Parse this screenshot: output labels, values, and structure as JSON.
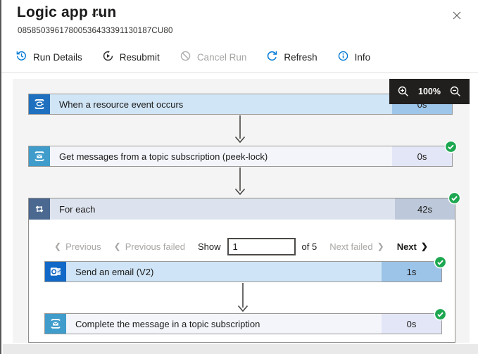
{
  "header": {
    "title": "Logic app run",
    "more_glyph": "···",
    "run_id": "08585039617800536433391130187CU80"
  },
  "toolbar": {
    "items": [
      {
        "label": "Run Details",
        "icon": "history-icon",
        "disabled": false
      },
      {
        "label": "Resubmit",
        "icon": "resubmit-icon",
        "disabled": false
      },
      {
        "label": "Cancel Run",
        "icon": "cancel-icon",
        "disabled": true
      },
      {
        "label": "Refresh",
        "icon": "refresh-icon",
        "disabled": false
      },
      {
        "label": "Info",
        "icon": "info-icon",
        "disabled": false
      }
    ]
  },
  "zoom_control": {
    "level": "100%"
  },
  "workflow": {
    "cards": {
      "trigger": {
        "title": "When a resource event occurs",
        "duration": "0s",
        "status": "succeeded",
        "icon": "event-grid-icon"
      },
      "get_messages": {
        "title": "Get messages from a topic subscription (peek-lock)",
        "duration": "0s",
        "status": "succeeded",
        "icon": "service-bus-icon"
      },
      "for_each": {
        "title": "For each",
        "duration": "42s",
        "status": "succeeded",
        "icon": "for-each-loop-icon"
      },
      "send_email": {
        "title": "Send an email (V2)",
        "duration": "1s",
        "status": "succeeded",
        "icon": "outlook-icon"
      },
      "complete_message": {
        "title": "Complete the message in a topic subscription",
        "duration": "0s",
        "status": "succeeded",
        "icon": "service-bus-icon"
      }
    },
    "pagination": {
      "chevron_left": "❮",
      "chevron_right": "❯",
      "previous": "Previous",
      "previous_failed": "Previous failed",
      "show": "Show",
      "page_value": "1",
      "of": "of 5",
      "next_failed": "Next failed",
      "next": "Next"
    }
  },
  "colors": {
    "succeeded_green": "#1da750",
    "trigger_blue": "#1f70bf",
    "service_bus_blue": "#3f9ccb",
    "for_each_gray_blue": "#4a6890",
    "outlook_blue": "#1168c6",
    "toolbar_accent_blue": "#0078d4",
    "selected_card_bg": "#d0e5f6",
    "zoom_bar_bg": "#211f1e"
  }
}
